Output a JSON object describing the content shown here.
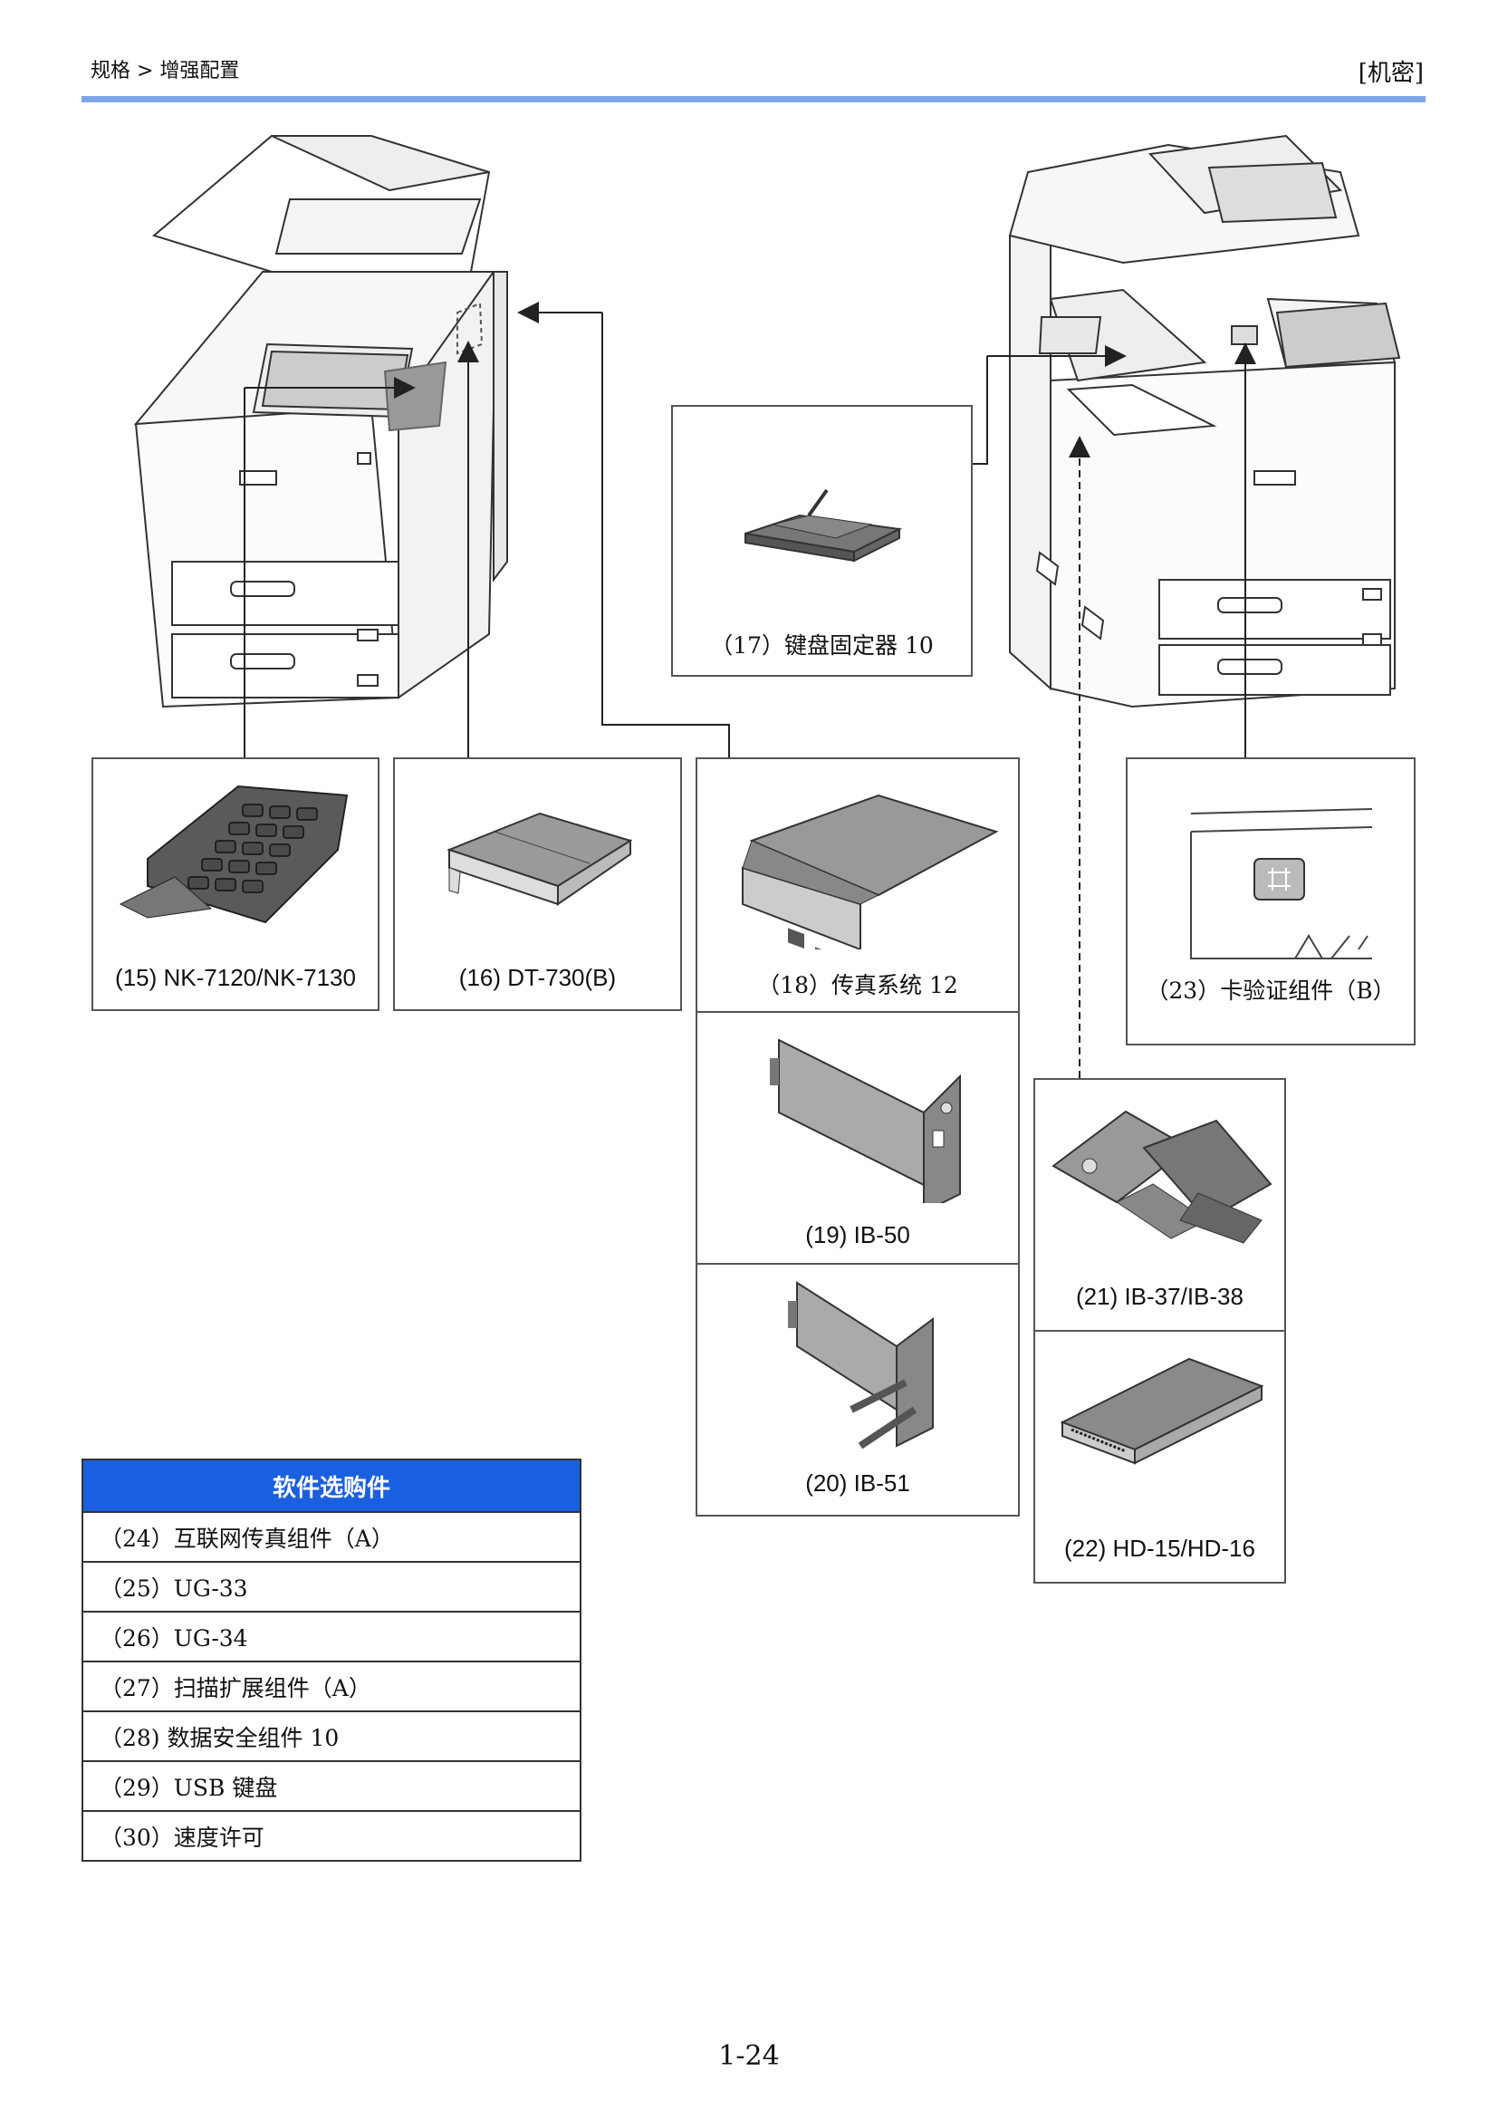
{
  "header": {
    "breadcrumb": "规格 > 增强配置",
    "confidential": "[机密]"
  },
  "options": [
    {
      "id": "15",
      "label": "(15) NK-7120/NK-7130"
    },
    {
      "id": "16",
      "label": "(16) DT-730(B)"
    },
    {
      "id": "17",
      "label": "（17）键盘固定器 10"
    },
    {
      "id": "18",
      "label": "（18）传真系统 12"
    },
    {
      "id": "19",
      "label": "(19) IB-50"
    },
    {
      "id": "20",
      "label": "(20) IB-51"
    },
    {
      "id": "21",
      "label": "(21) IB-37/IB-38"
    },
    {
      "id": "22",
      "label": "(22) HD-15/HD-16"
    },
    {
      "id": "23",
      "label": "（23）卡验证组件（B）"
    }
  ],
  "software_table": {
    "title": "软件选购件",
    "rows": [
      "（24）互联网传真组件（A）",
      "（25）UG-33",
      "（26）UG-34",
      "（27）扫描扩展组件（A）",
      "（28) 数据安全组件 10",
      "（29）USB 键盘",
      "（30）速度许可"
    ]
  },
  "page_number": "1-24",
  "colors": {
    "header_rule": "#7ea7e8",
    "table_header": "#1a5fe0"
  },
  "icons": [
    "printer-left-illustration",
    "printer-right-illustration",
    "numeric-keypad-icon",
    "document-tray-icon",
    "keyboard-holder-icon",
    "fax-board-icon",
    "network-card-icon",
    "wireless-card-icon",
    "card-reader-icon",
    "interface-kit-icon",
    "hard-drive-icon"
  ]
}
